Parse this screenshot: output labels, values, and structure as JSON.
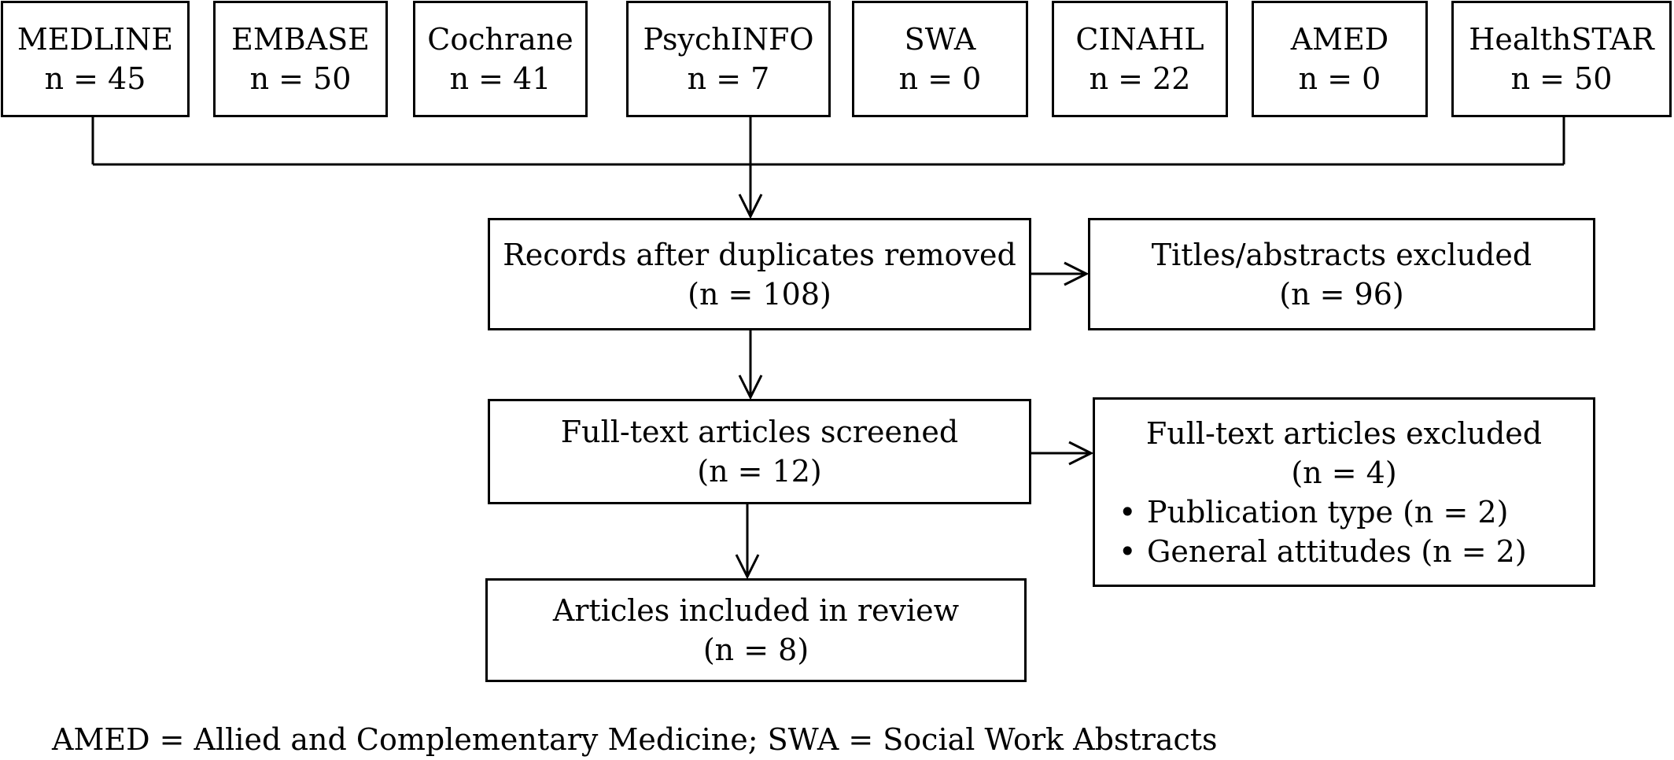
{
  "sources": [
    {
      "name": "MEDLINE",
      "count": "n = 45"
    },
    {
      "name": "EMBASE",
      "count": "n = 50"
    },
    {
      "name": "Cochrane",
      "count": "n = 41"
    },
    {
      "name": "PsychINFO",
      "count": "n = 7"
    },
    {
      "name": "SWA",
      "count": "n = 0"
    },
    {
      "name": "CINAHL",
      "count": "n = 22"
    },
    {
      "name": "AMED",
      "count": "n = 0"
    },
    {
      "name": "HealthSTAR",
      "count": "n = 50"
    }
  ],
  "after_duplicates": {
    "label": "Records after duplicates removed",
    "count": "(n = 108)"
  },
  "titles_excluded": {
    "label": "Titles/abstracts excluded",
    "count": "(n = 96)"
  },
  "fulltext_screened": {
    "label": "Full-text articles screened",
    "count": "(n = 12)"
  },
  "fulltext_excluded": {
    "label": "Full-text articles excluded",
    "count": "(n = 4)",
    "reasons": [
      "Publication type (n = 2)",
      "General attitudes (n = 2)"
    ]
  },
  "included": {
    "label": "Articles included in review",
    "count": "(n = 8)"
  },
  "footnote": "AMED = Allied and Complementary Medicine; SWA = Social Work Abstracts"
}
